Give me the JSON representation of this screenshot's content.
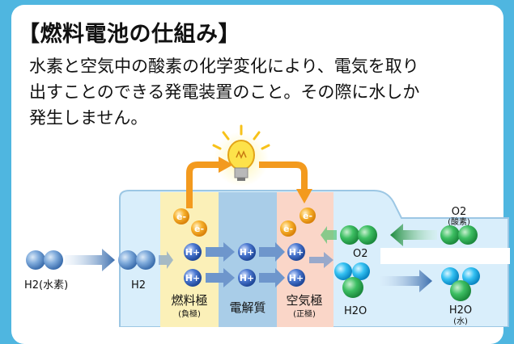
{
  "title": "【燃料電池の仕組み】",
  "description": [
    "水素と空気中の酸素の化学変化により、電気を取り",
    "出すことのできる発電装置のこと。その際に水しか",
    "発生しません。"
  ],
  "labels": {
    "h2_input": "H2(水素)",
    "h2_inner": "H2",
    "anode": "燃料極",
    "anode_sub": "(負極)",
    "electrolyte": "電解質",
    "cathode": "空気極",
    "cathode_sub": "(正極)",
    "o2_inner": "O2",
    "h2o_inner": "H2O",
    "o2_outer": "O2",
    "o2_outer_sub": "(酸素)",
    "h2o_outer": "H2O",
    "h2o_outer_sub": "(水)",
    "electron": "e-",
    "proton": "H+"
  },
  "colors": {
    "background": "#4fb6e0",
    "hydrogen": "#6fa0d8",
    "oxygen": "#2fb35a",
    "water_blue": "#28b7ef",
    "electron": "#f7a81b",
    "arrow_orange": "#f39a1e",
    "cell_body": "#d9eefb",
    "anode_zone": "#fbf0b8",
    "electrolyte_zone": "#a9cde8",
    "cathode_zone": "#fad6c8"
  },
  "icons": [
    "lightbulb-icon"
  ]
}
